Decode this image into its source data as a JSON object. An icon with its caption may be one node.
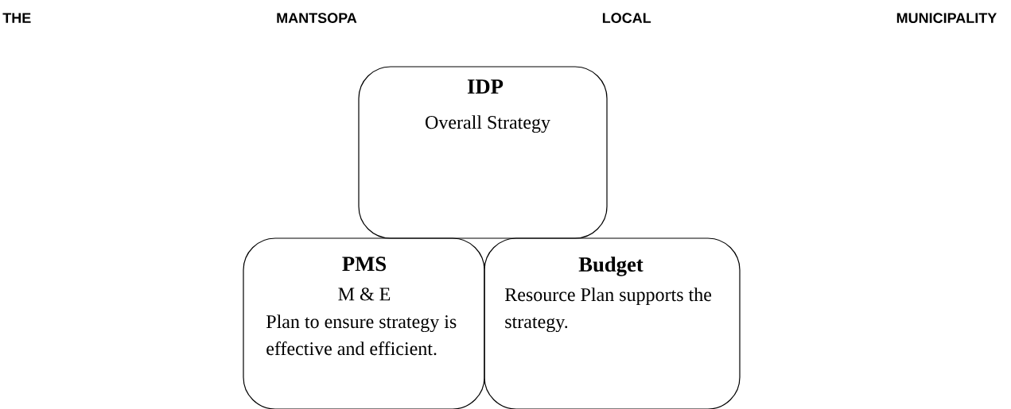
{
  "diagram": {
    "title": "THE MANTSOPA LOCAL MUNICIPALITY",
    "nodes": [
      {
        "text": [
          "IDP",
          "Overall Strategy"
        ]
      },
      {
        "text": [
          "PMS",
          "M & E",
          "Plan to ensure strategy is effective and efficient."
        ]
      },
      {
        "text": [
          "Budget",
          "Resource Plan supports the strategy."
        ]
      }
    ]
  }
}
